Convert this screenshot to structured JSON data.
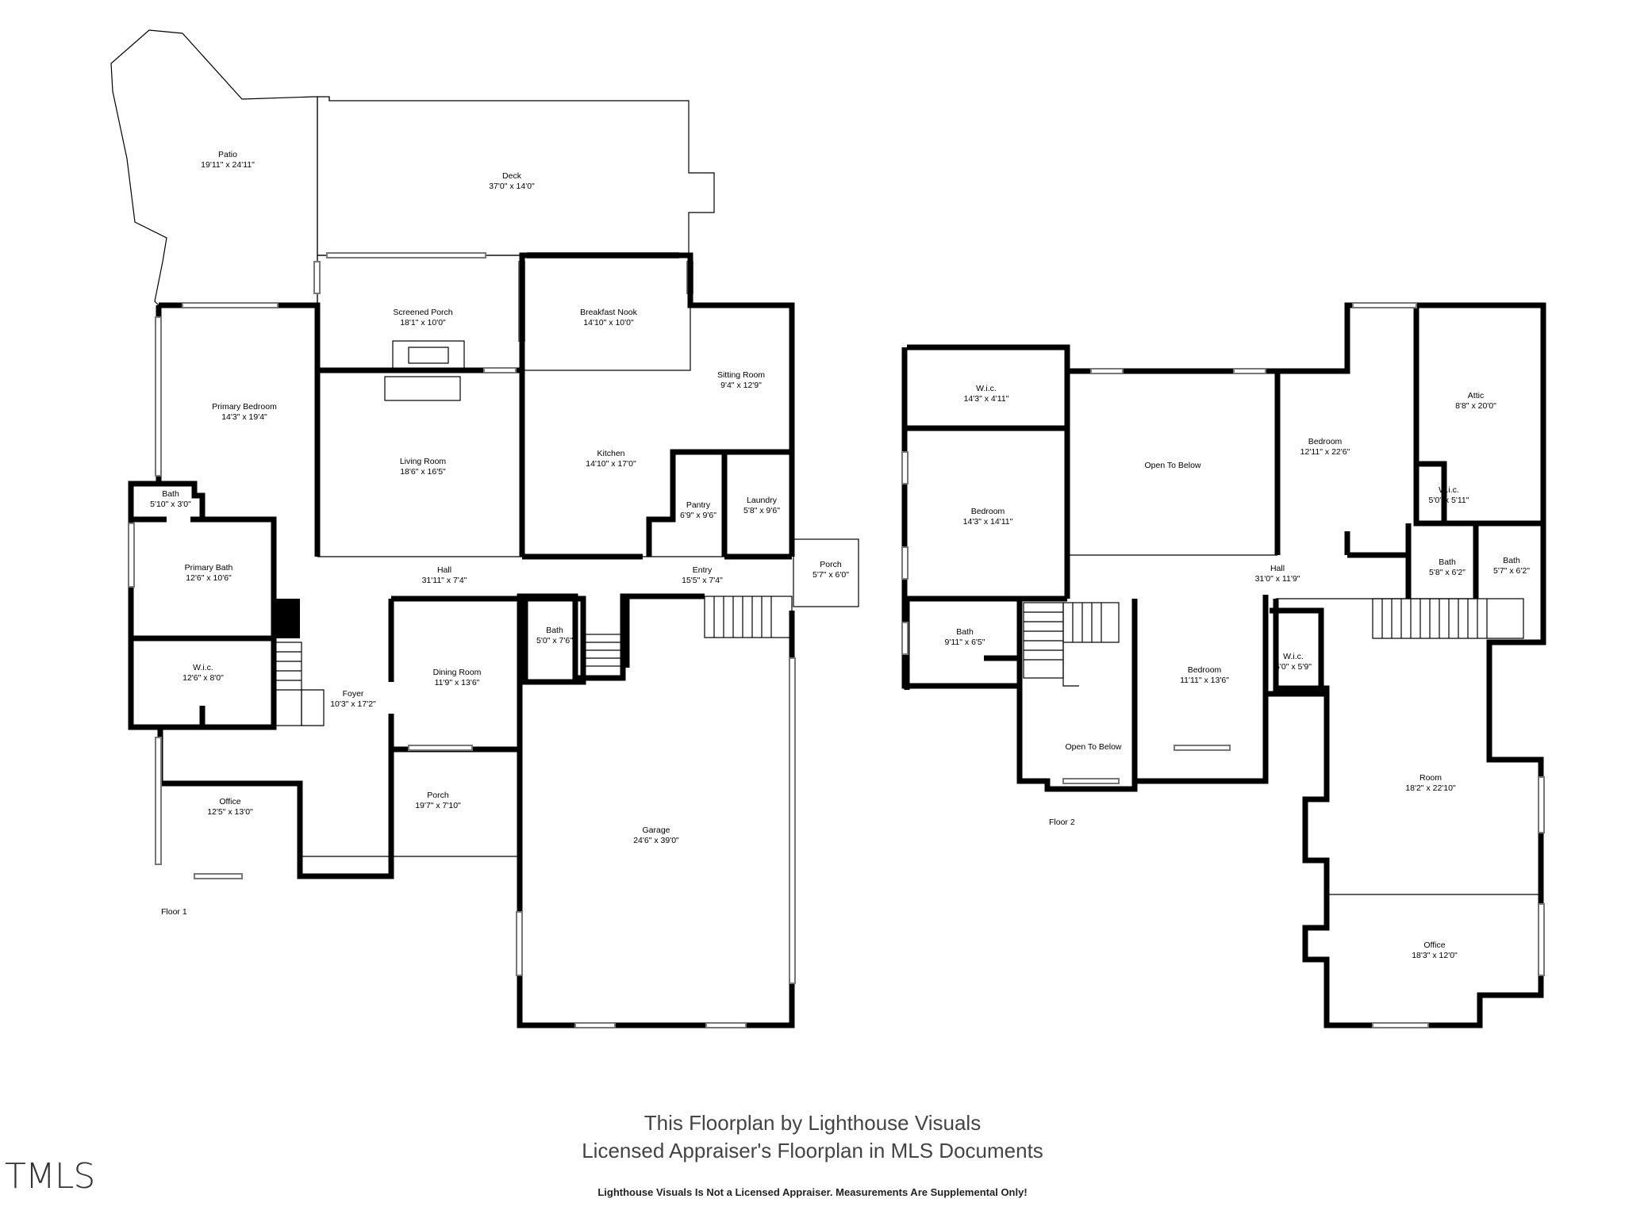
{
  "floor1": {
    "label": "Floor 1",
    "rooms": {
      "patio": {
        "name": "Patio",
        "dim": "19'11\" x 24'11\""
      },
      "deck": {
        "name": "Deck",
        "dim": "37'0\" x 14'0\""
      },
      "screened_porch": {
        "name": "Screened Porch",
        "dim": "18'1\" x 10'0\""
      },
      "breakfast_nook": {
        "name": "Breakfast Nook",
        "dim": "14'10\" x 10'0\""
      },
      "sitting_room": {
        "name": "Sitting Room",
        "dim": "9'4\" x 12'9\""
      },
      "primary_bedroom": {
        "name": "Primary Bedroom",
        "dim": "14'3\" x 19'4\""
      },
      "living_room": {
        "name": "Living Room",
        "dim": "18'6\" x 16'5\""
      },
      "kitchen": {
        "name": "Kitchen",
        "dim": "14'10\" x 17'0\""
      },
      "pantry": {
        "name": "Pantry",
        "dim": "6'9\" x 9'6\""
      },
      "laundry": {
        "name": "Laundry",
        "dim": "5'8\" x 9'6\""
      },
      "bath_small": {
        "name": "Bath",
        "dim": "5'10\" x 3'0\""
      },
      "primary_bath": {
        "name": "Primary Bath",
        "dim": "12'6\" x 10'6\""
      },
      "hall": {
        "name": "Hall",
        "dim": "31'11\" x 7'4\""
      },
      "entry": {
        "name": "Entry",
        "dim": "15'5\" x 7'4\""
      },
      "porch_side": {
        "name": "Porch",
        "dim": "5'7\" x 6'0\""
      },
      "wic": {
        "name": "W.i.c.",
        "dim": "12'6\" x 8'0\""
      },
      "foyer": {
        "name": "Foyer",
        "dim": "10'3\" x 17'2\""
      },
      "dining_room": {
        "name": "Dining Room",
        "dim": "11'9\" x 13'6\""
      },
      "bath_hall": {
        "name": "Bath",
        "dim": "5'0\" x 7'6\""
      },
      "office": {
        "name": "Office",
        "dim": "12'5\" x 13'0\""
      },
      "porch_front": {
        "name": "Porch",
        "dim": "19'7\" x 7'10\""
      },
      "garage": {
        "name": "Garage",
        "dim": "24'6\" x 39'0\""
      }
    }
  },
  "floor2": {
    "label": "Floor 2",
    "rooms": {
      "wic_top": {
        "name": "W.i.c.",
        "dim": "14'3\" x 4'11\""
      },
      "open_below_1": {
        "name": "Open To Below",
        "dim": ""
      },
      "bedroom_a": {
        "name": "Bedroom",
        "dim": "12'11\" x 22'6\""
      },
      "attic": {
        "name": "Attic",
        "dim": "8'8\" x 20'0\""
      },
      "bedroom_b": {
        "name": "Bedroom",
        "dim": "14'3\" x 14'11\""
      },
      "wic_attic": {
        "name": "W.i.c.",
        "dim": "5'0\" x 5'11\""
      },
      "bath_c": {
        "name": "Bath",
        "dim": "5'8\" x 6'2\""
      },
      "bath_d": {
        "name": "Bath",
        "dim": "5'7\" x 6'2\""
      },
      "hall": {
        "name": "Hall",
        "dim": "31'0\" x 11'9\""
      },
      "bath_e": {
        "name": "Bath",
        "dim": "9'11\" x 6'5\""
      },
      "bedroom_c": {
        "name": "Bedroom",
        "dim": "11'11\" x 13'6\""
      },
      "wic_small": {
        "name": "W.i.c.",
        "dim": "5'0\" x 5'9\""
      },
      "open_below_2": {
        "name": "Open To Below",
        "dim": ""
      },
      "room": {
        "name": "Room",
        "dim": "18'2\" x 22'10\""
      },
      "office": {
        "name": "Office",
        "dim": "18'3\" x 12'0\""
      }
    }
  },
  "footer": {
    "credit_line1": "This Floorplan by Lighthouse Visuals",
    "credit_line2": "Licensed Appraiser's Floorplan in MLS Documents",
    "disclaimer": "Lighthouse Visuals Is Not a Licensed Appraiser. Measurements Are Supplemental Only!",
    "logo": "TMLS"
  }
}
